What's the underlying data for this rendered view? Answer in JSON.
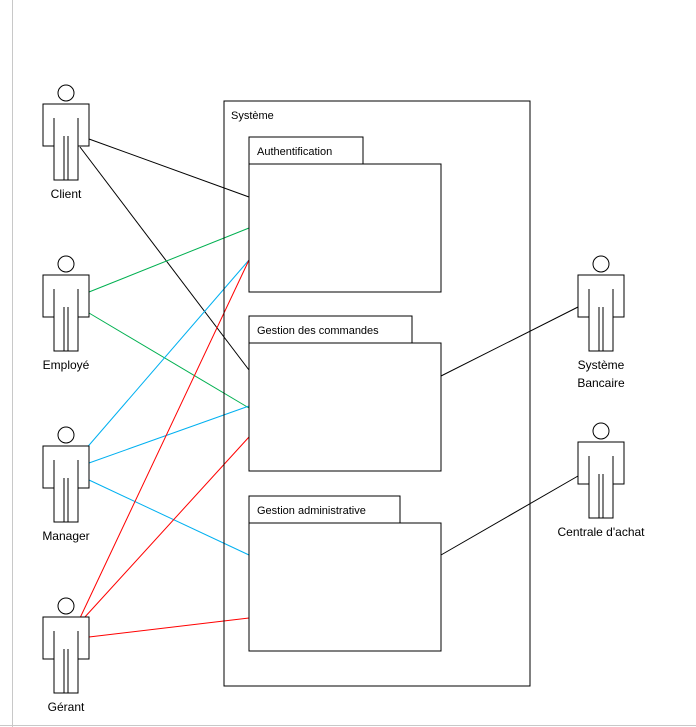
{
  "diagram": {
    "system": {
      "label": "Système"
    },
    "packages": [
      {
        "id": "auth",
        "label": "Authentification"
      },
      {
        "id": "orders",
        "label": "Gestion des commandes"
      },
      {
        "id": "admin",
        "label": "Gestion administrative"
      }
    ],
    "actors": [
      {
        "id": "client",
        "label_lines": [
          "Client"
        ]
      },
      {
        "id": "employe",
        "label_lines": [
          "Employé"
        ]
      },
      {
        "id": "manager",
        "label_lines": [
          "Manager"
        ]
      },
      {
        "id": "gerant",
        "label_lines": [
          "Gérant"
        ]
      },
      {
        "id": "banque",
        "label_lines": [
          "Système",
          "Bancaire"
        ]
      },
      {
        "id": "achat",
        "label_lines": [
          "Centrale d'achat"
        ]
      }
    ],
    "associations": [
      {
        "from": "client",
        "to": "auth",
        "color": "#000000"
      },
      {
        "from": "client",
        "to": "orders",
        "color": "#000000"
      },
      {
        "from": "employe",
        "to": "auth",
        "color": "#00b050"
      },
      {
        "from": "employe",
        "to": "orders",
        "color": "#00b050"
      },
      {
        "from": "manager",
        "to": "auth",
        "color": "#00b0f0"
      },
      {
        "from": "manager",
        "to": "orders",
        "color": "#00b0f0"
      },
      {
        "from": "manager",
        "to": "admin",
        "color": "#00b0f0"
      },
      {
        "from": "gerant",
        "to": "auth",
        "color": "#ff0000"
      },
      {
        "from": "gerant",
        "to": "orders",
        "color": "#ff0000"
      },
      {
        "from": "gerant",
        "to": "admin",
        "color": "#ff0000"
      },
      {
        "from": "banque",
        "to": "orders",
        "color": "#000000"
      },
      {
        "from": "achat",
        "to": "admin",
        "color": "#000000"
      }
    ]
  }
}
